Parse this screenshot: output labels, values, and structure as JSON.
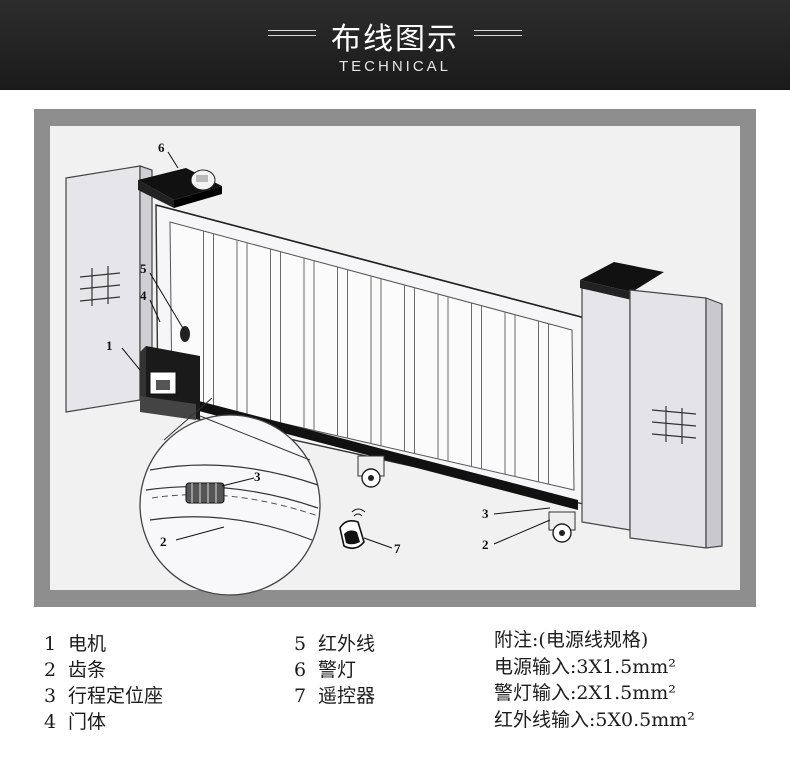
{
  "header": {
    "title": "布线图示",
    "subtitle": "TECHNICAL"
  },
  "callouts": {
    "motor": "1",
    "rack": "2",
    "limit_seat": "3",
    "door_body": "4",
    "infrared": "5",
    "warning_light": "6",
    "remote": "7"
  },
  "legend": {
    "col1": [
      {
        "num": "1",
        "label": "电机"
      },
      {
        "num": "2",
        "label": "齿条"
      },
      {
        "num": "3",
        "label": "行程定位座"
      },
      {
        "num": "4",
        "label": "门体"
      }
    ],
    "col2": [
      {
        "num": "5",
        "label": "红外线"
      },
      {
        "num": "6",
        "label": "警灯"
      },
      {
        "num": "7",
        "label": "遥控器"
      }
    ]
  },
  "note": {
    "title": "附注:(电源线规格)",
    "lines": [
      {
        "label": "电源输入:",
        "value": "3X1.5mm²"
      },
      {
        "label": "警灯输入:",
        "value": "2X1.5mm²"
      },
      {
        "label": "红外线输入:",
        "value": "5X0.5mm²"
      }
    ]
  },
  "colors": {
    "header_bg": "#222222",
    "frame": "#8e8e8e",
    "pillar_fill": "#e4e4e8",
    "cap_fill": "#1a1a1a"
  }
}
